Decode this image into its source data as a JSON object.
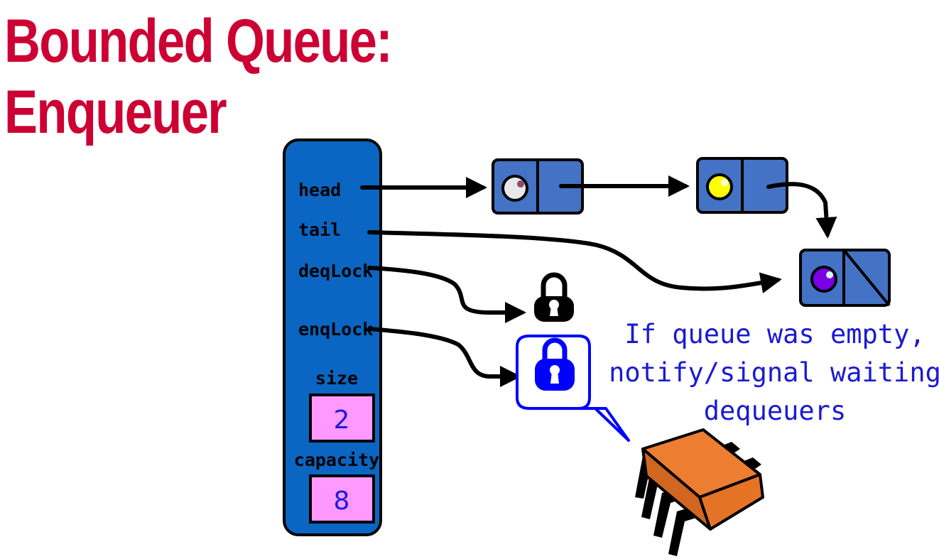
{
  "slide": {
    "title": "Bounded Queue: Enqueuer"
  },
  "queue_object": {
    "fields": {
      "head": "head",
      "tail": "tail",
      "deq_lock": "deqLock",
      "enq_lock": "enqLock",
      "size": "size",
      "capacity": "capacity"
    },
    "values": {
      "size": "2",
      "capacity": "8"
    }
  },
  "nodes": [
    {
      "item": "gray"
    },
    {
      "item": "yellow"
    },
    {
      "item": "purple",
      "next": "null"
    }
  ],
  "callout": {
    "line1": "If queue was empty,",
    "line2": "notify/signal waiting",
    "line3": "dequeuers"
  },
  "colors": {
    "title": "#cc0033",
    "queue_box": "#0a66c2",
    "node_fill": "#4472c4",
    "value_box": "#ff99ff",
    "deq_lock": "#000000",
    "enq_lock": "#0000ff",
    "callout_text": "#1a1ad2",
    "thread_chip": "#ed7d31"
  }
}
